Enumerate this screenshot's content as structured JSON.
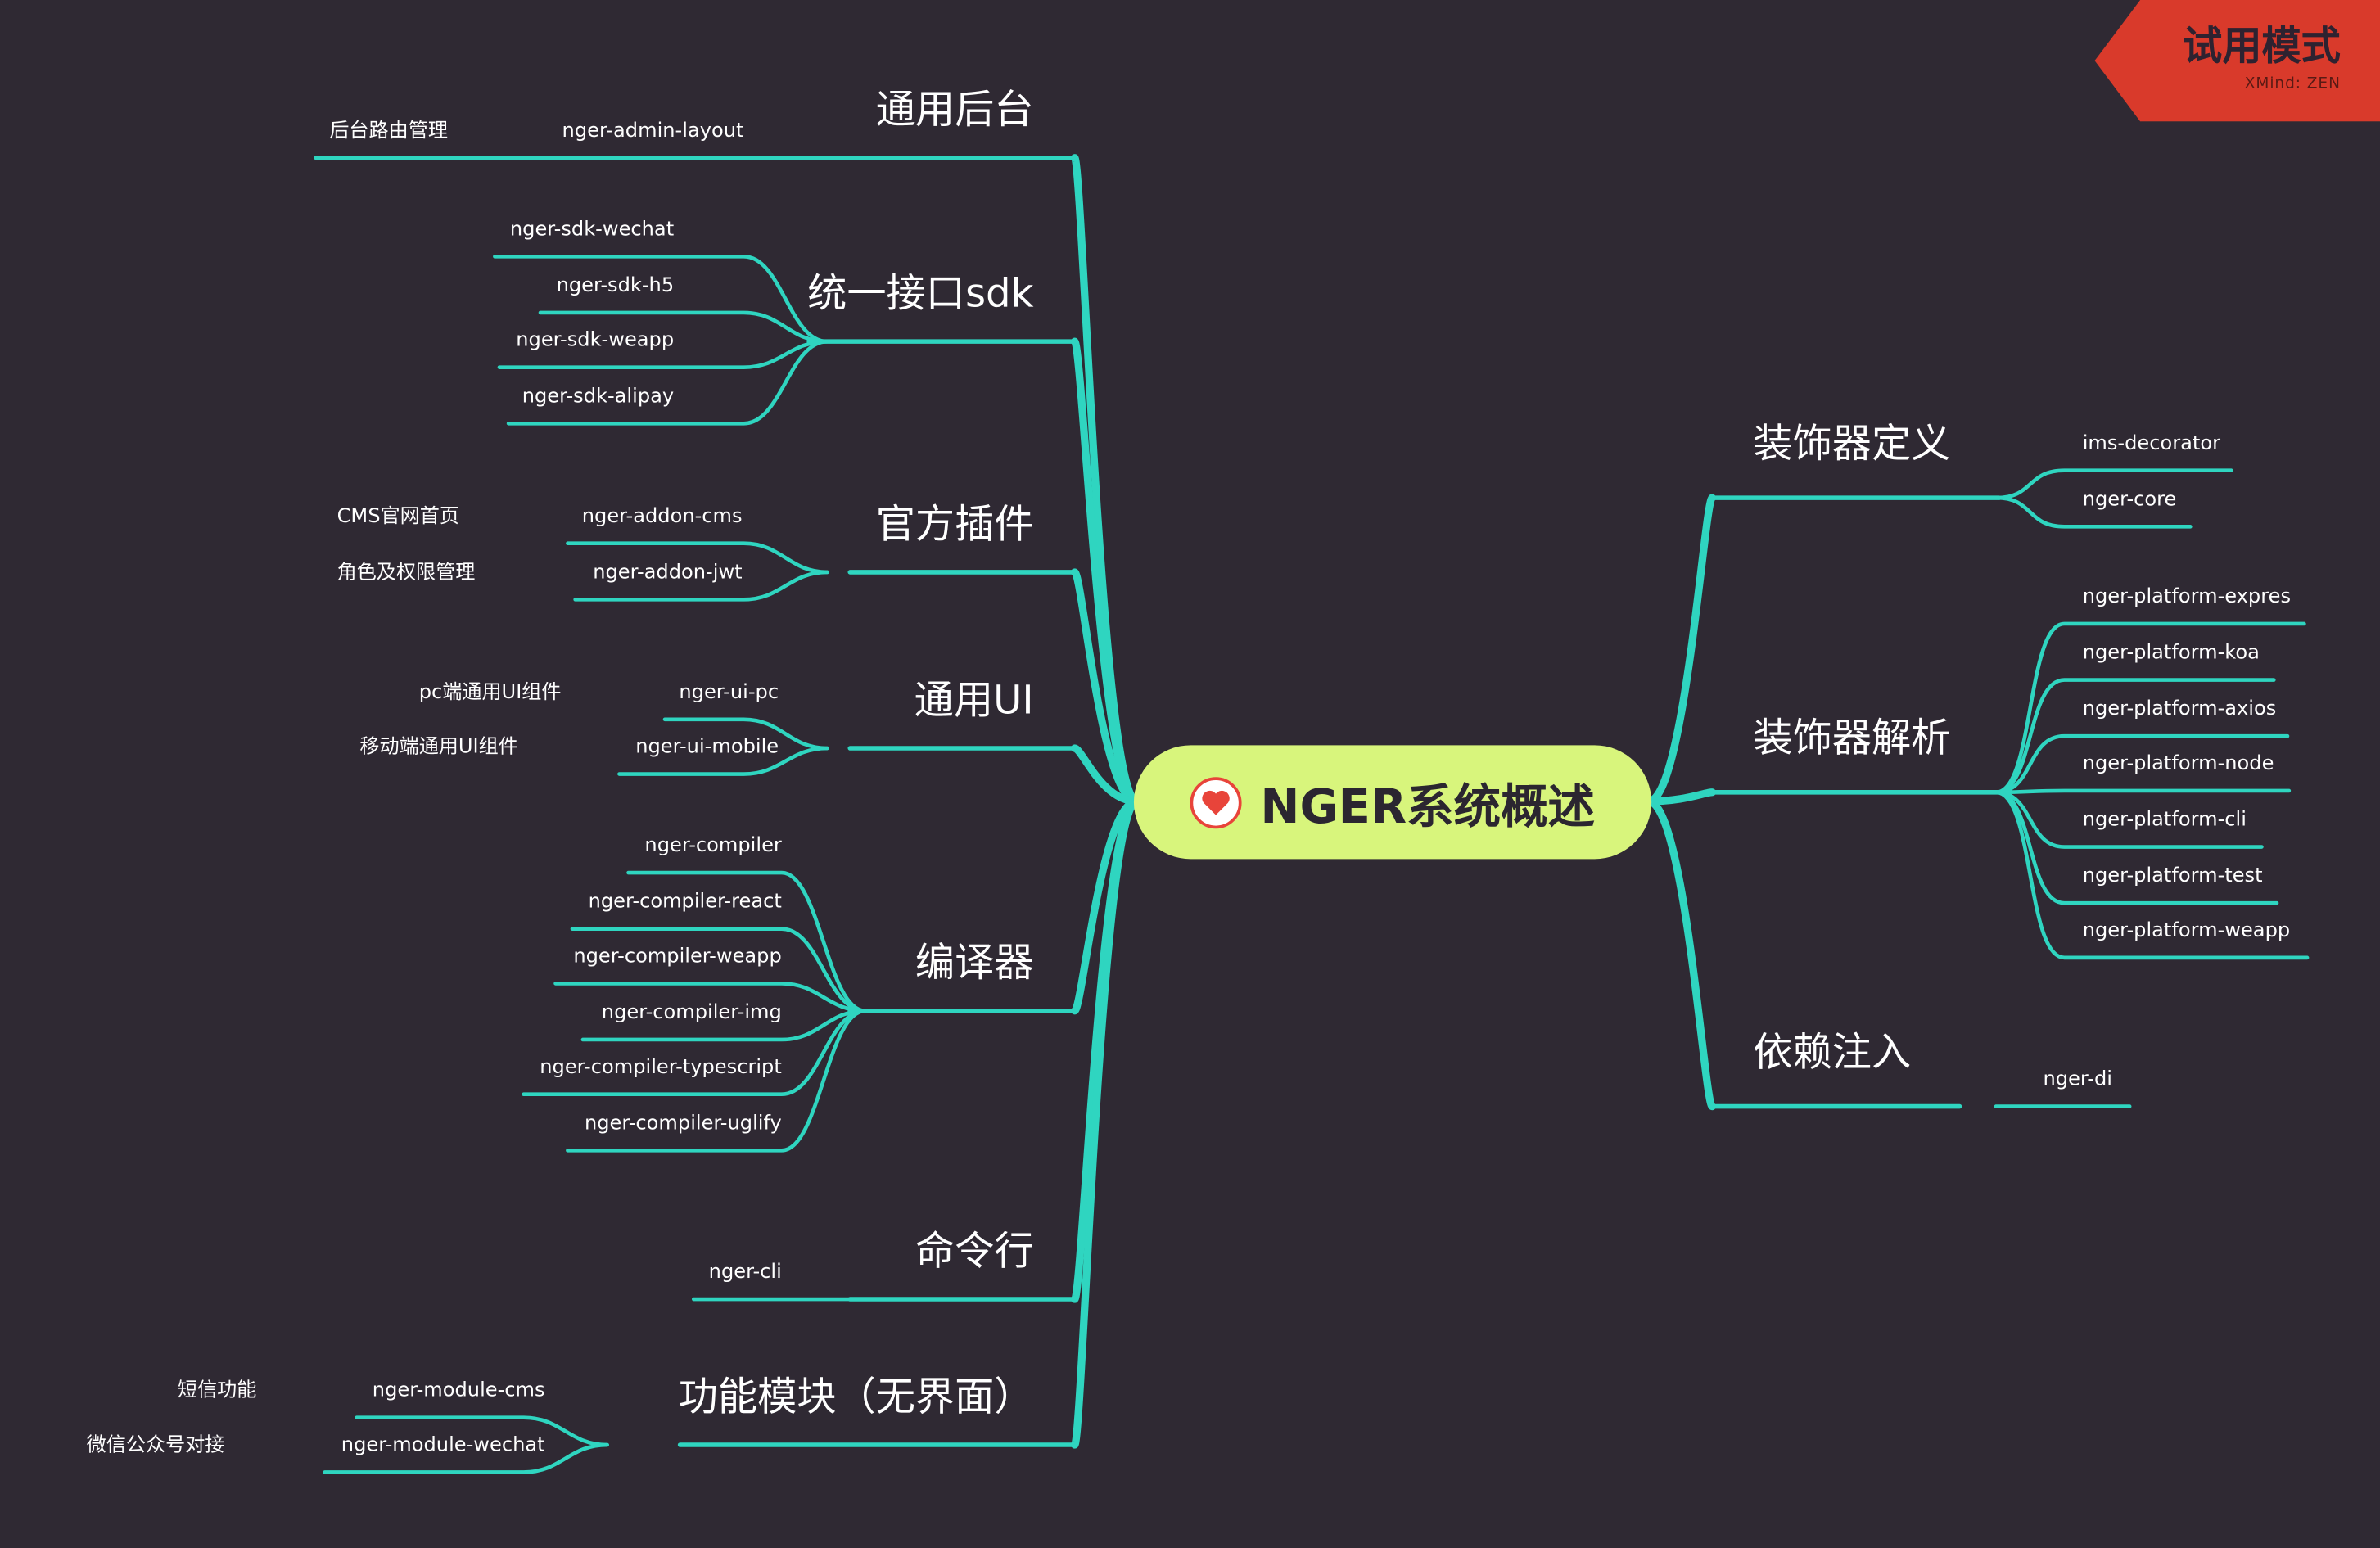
{
  "root": {
    "label": "NGER系统概述",
    "icon": "heart-icon"
  },
  "badge": {
    "title": "试用模式",
    "subtitle": "XMind: ZEN"
  },
  "colors": {
    "background": "#2f2933",
    "branch": "#2fd5c0",
    "root_fill": "#d8f57c",
    "badge": "#d93a2b"
  },
  "left_topics": [
    {
      "label": "通用后台",
      "children": [
        {
          "label": "nger-admin-layout",
          "note": "后台路由管理"
        }
      ]
    },
    {
      "label": "统一接口sdk",
      "children": [
        {
          "label": "nger-sdk-wechat"
        },
        {
          "label": "nger-sdk-h5"
        },
        {
          "label": "nger-sdk-weapp"
        },
        {
          "label": "nger-sdk-alipay"
        }
      ]
    },
    {
      "label": "官方插件",
      "children": [
        {
          "label": "nger-addon-cms",
          "note": "CMS官网首页"
        },
        {
          "label": "nger-addon-jwt",
          "note": "角色及权限管理"
        }
      ]
    },
    {
      "label": "通用UI",
      "children": [
        {
          "label": "nger-ui-pc",
          "note": "pc端通用UI组件"
        },
        {
          "label": "nger-ui-mobile",
          "note": "移动端通用UI组件"
        }
      ]
    },
    {
      "label": "编译器",
      "children": [
        {
          "label": "nger-compiler"
        },
        {
          "label": "nger-compiler-react"
        },
        {
          "label": "nger-compiler-weapp"
        },
        {
          "label": "nger-compiler-img"
        },
        {
          "label": "nger-compiler-typescript"
        },
        {
          "label": "nger-compiler-uglify"
        }
      ]
    },
    {
      "label": "命令行",
      "children": [
        {
          "label": "nger-cli"
        }
      ]
    },
    {
      "label": "功能模块（无界面）",
      "children": [
        {
          "label": "nger-module-cms",
          "note": "短信功能"
        },
        {
          "label": "nger-module-wechat",
          "note": "微信公众号对接"
        }
      ]
    }
  ],
  "right_topics": [
    {
      "label": "装饰器定义",
      "children": [
        {
          "label": "ims-decorator"
        },
        {
          "label": "nger-core"
        }
      ]
    },
    {
      "label": "装饰器解析",
      "children": [
        {
          "label": "nger-platform-expres"
        },
        {
          "label": "nger-platform-koa"
        },
        {
          "label": "nger-platform-axios"
        },
        {
          "label": "nger-platform-node"
        },
        {
          "label": "nger-platform-cli"
        },
        {
          "label": "nger-platform-test"
        },
        {
          "label": "nger-platform-weapp"
        }
      ]
    },
    {
      "label": "依赖注入",
      "children": [
        {
          "label": "nger-di"
        }
      ]
    }
  ]
}
